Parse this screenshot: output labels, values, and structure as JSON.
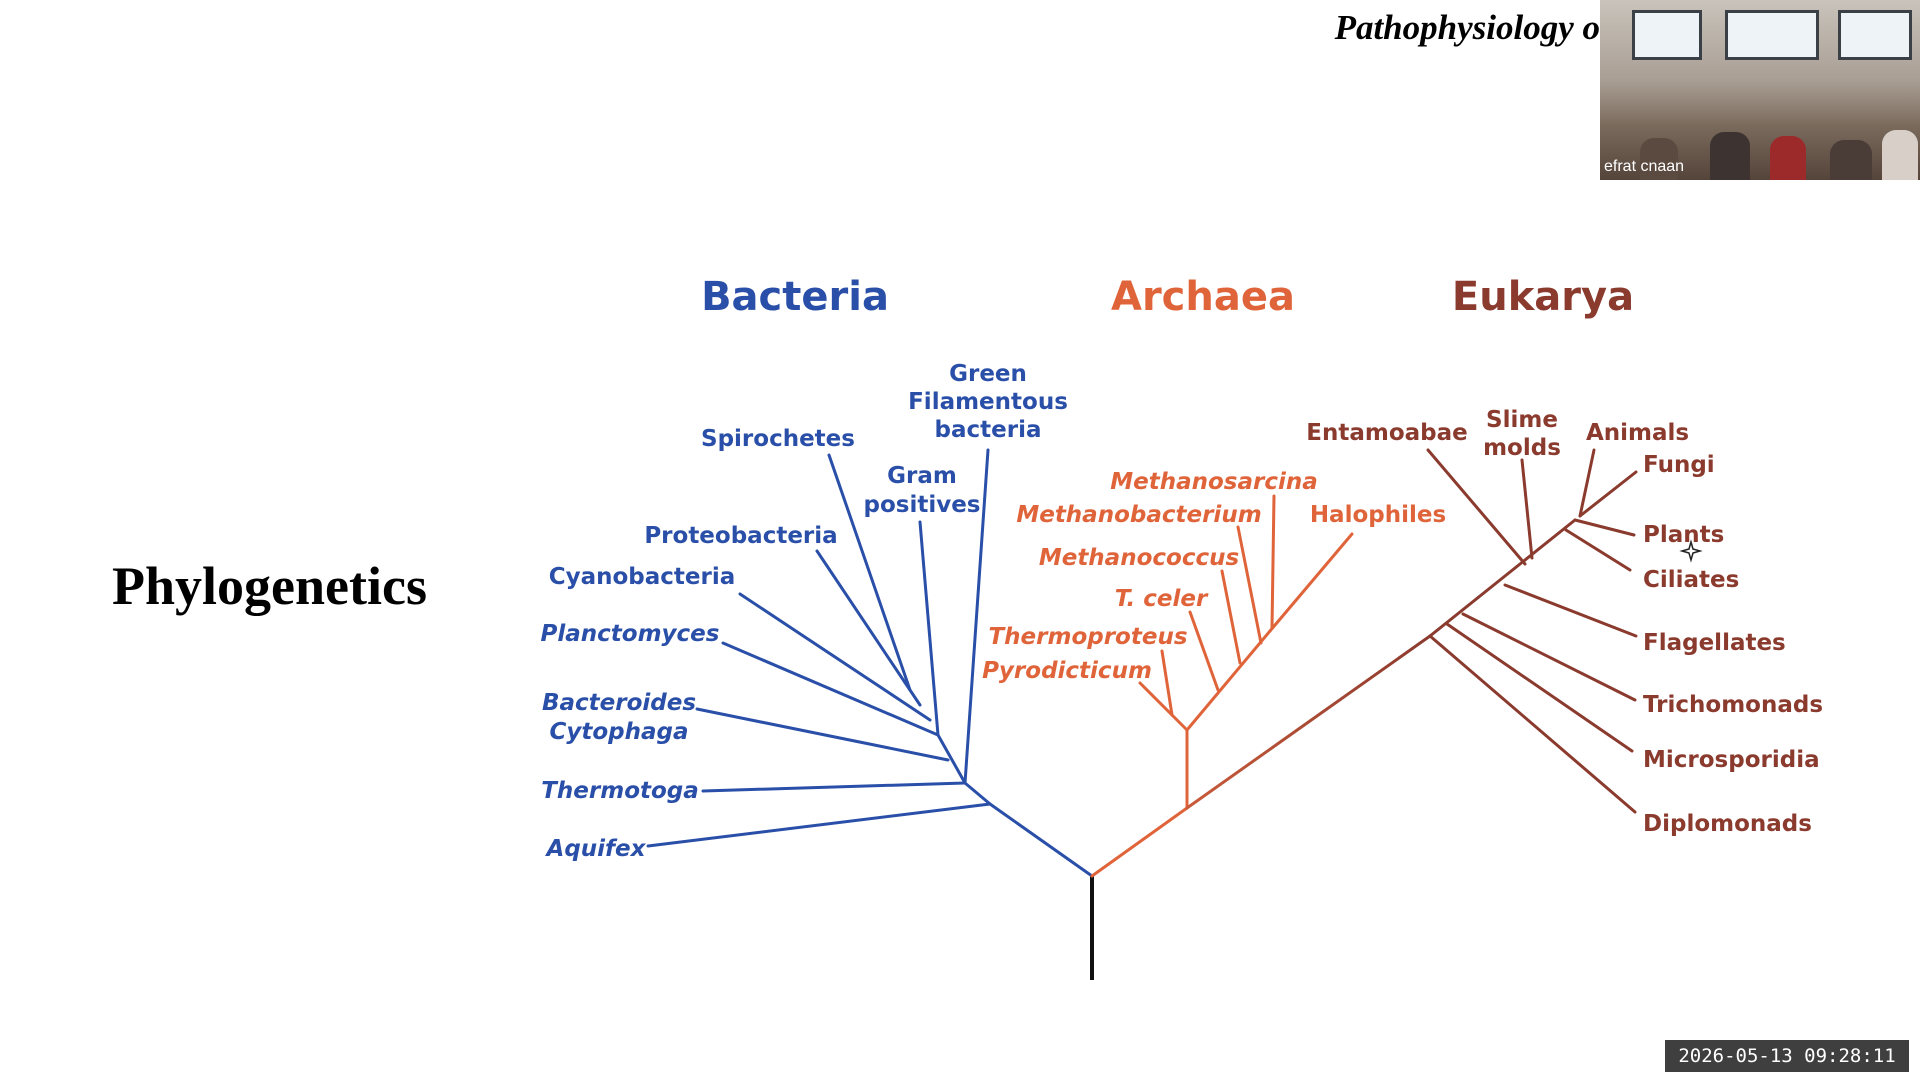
{
  "header": {
    "course_title": "Pathophysiology o"
  },
  "slide": {
    "title": "Phylogenetics"
  },
  "video": {
    "participant_name": "efrat cnaan"
  },
  "timestamp": "2026-05-13 09:28:11",
  "colors": {
    "bacteria": "#2a4fa8",
    "archaea": "#e0643a",
    "eukarya": "#8b3a2e",
    "root": "#111111"
  },
  "tree": {
    "domains": {
      "bacteria": "Bacteria",
      "archaea": "Archaea",
      "eukarya": "Eukarya"
    },
    "bacteria": {
      "green_1": "Green",
      "green_2": "Filamentous",
      "green_3": "bacteria",
      "spirochetes": "Spirochetes",
      "gram_1": "Gram",
      "gram_2": "positives",
      "proteobacteria": "Proteobacteria",
      "cyanobacteria": "Cyanobacteria",
      "planctomyces": "Planctomyces",
      "bacteroides_1": "Bacteroides",
      "bacteroides_2": "Cytophaga",
      "thermotoga": "Thermotoga",
      "aquifex": "Aquifex"
    },
    "archaea": {
      "methanosarcina": "Methanosarcina",
      "methanobacterium": "Methanobacterium",
      "halophiles": "Halophiles",
      "methanococcus": "Methanococcus",
      "tceler": "T. celer",
      "thermoproteus": "Thermoproteus",
      "pyrodicticum": "Pyrodicticum"
    },
    "eukarya": {
      "entamoebae": "Entamoabae",
      "slime_1": "Slime",
      "slime_2": "molds",
      "animals": "Animals",
      "fungi": "Fungi",
      "plants": "Plants",
      "ciliates": "Ciliates",
      "flagellates": "Flagellates",
      "trichomonads": "Trichomonads",
      "microsporidia": "Microsporidia",
      "diplomonads": "Diplomonads"
    }
  }
}
